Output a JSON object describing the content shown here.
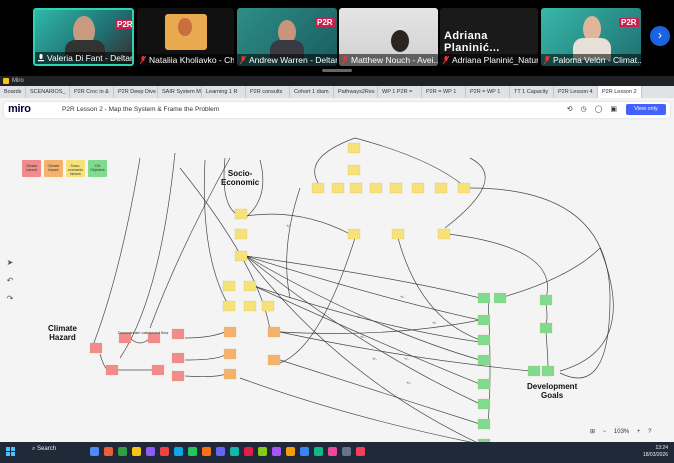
{
  "participants": [
    {
      "name": "Valeria Di Fant - Deltar...",
      "active": true
    },
    {
      "name": "Nataliia Kholiavko - Ch..."
    },
    {
      "name": "Andrew Warren - Deltares"
    },
    {
      "name": "Matthew Nouch - Avei..."
    },
    {
      "name": "Adriana Planinić_Natur...",
      "display": "Adriana  Planinić..."
    },
    {
      "name": "Paloma Velón - Climat..."
    }
  ],
  "p2r_badge": "P2R",
  "strip_next_icon": "chevron-right-icon",
  "window_title": "Miro",
  "tabs": [
    "Boards",
    "SCENARIOS_",
    "P2R Croc in &",
    "P2R Deep Dive",
    "SAIR System M",
    "Learning 1 R",
    "P2R consults",
    "Cohort 1 diam",
    "Pathways2Res",
    "WP 1 P2R =",
    "P2R = WP 1",
    "P2R = WP 1",
    "TT 1 Capacity",
    "P2R Lesson 4",
    "P2R Lesson 2"
  ],
  "active_tab_index": 14,
  "miro": {
    "logo": "miro",
    "board_title": "P2R Lesson 2 - Map the System & Frame the Problem",
    "view_only_label": "View only",
    "zoom": "103%",
    "zoom_out": "−",
    "zoom_in": "+",
    "help": "?"
  },
  "legend": [
    {
      "label": "Climate hazard",
      "color": "#f28b8b"
    },
    {
      "label": "Climate impact",
      "color": "#f5b26b"
    },
    {
      "label": "Socio-economic factors",
      "color": "#f7e27a"
    },
    {
      "label": "CW Objective",
      "color": "#7fdc8f"
    }
  ],
  "board_labels": {
    "socio": "Socio-\nEconomic",
    "climate": "Climate\nHazard",
    "dev": "Development\nGoals",
    "downstream": "Downstream catchment flow"
  },
  "sign_labels": [
    "+/-",
    "+/-",
    "+/-",
    "+/-",
    "+/-",
    "+/-",
    "+/-",
    "+/-"
  ],
  "taskbar": {
    "search": "Search",
    "time": "13:24",
    "date": "18/03/2026"
  }
}
